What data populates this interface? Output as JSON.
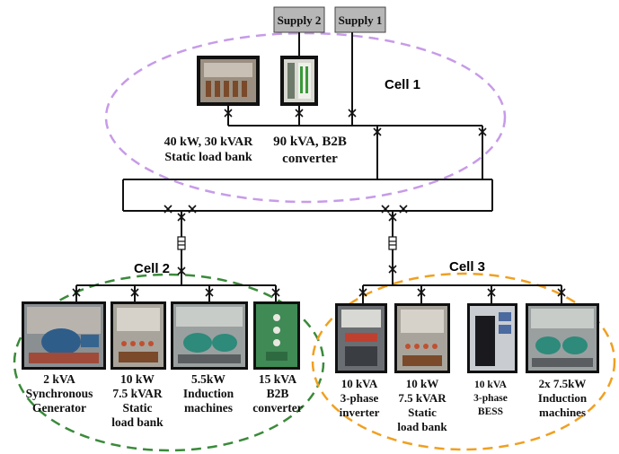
{
  "supplies": [
    {
      "label": "Supply  2"
    },
    {
      "label": "Supply  1"
    }
  ],
  "cells": [
    {
      "label": "Cell 1",
      "color": "#c79be8"
    },
    {
      "label": "Cell 2",
      "color": "#3a8a3a"
    },
    {
      "label": "Cell 3",
      "color": "#f0a020"
    }
  ],
  "cell1_equipment": [
    {
      "lines": [
        "40 kW, 30 kVAR",
        "Static load bank"
      ]
    },
    {
      "lines": [
        "90 kVA, B2B",
        "converter"
      ]
    }
  ],
  "cell2_equipment": [
    {
      "lines": [
        "2 kVA",
        "Synchronous",
        "Generator"
      ]
    },
    {
      "lines": [
        "10 kW",
        "7.5 kVAR",
        "Static",
        "load bank"
      ]
    },
    {
      "lines": [
        "5.5kW",
        "Induction",
        "machines"
      ]
    },
    {
      "lines": [
        "15 kVA",
        "B2B",
        "converter"
      ]
    }
  ],
  "cell3_equipment": [
    {
      "lines": [
        "10 kVA",
        "3-phase",
        "inverter"
      ]
    },
    {
      "lines": [
        "10 kW",
        "7.5 kVAR",
        "Static",
        "load bank"
      ]
    },
    {
      "lines": [
        "10 kVA",
        "3-phase",
        "BESS"
      ]
    },
    {
      "lines": [
        "2x 7.5kW",
        "Induction",
        "machines"
      ]
    }
  ]
}
